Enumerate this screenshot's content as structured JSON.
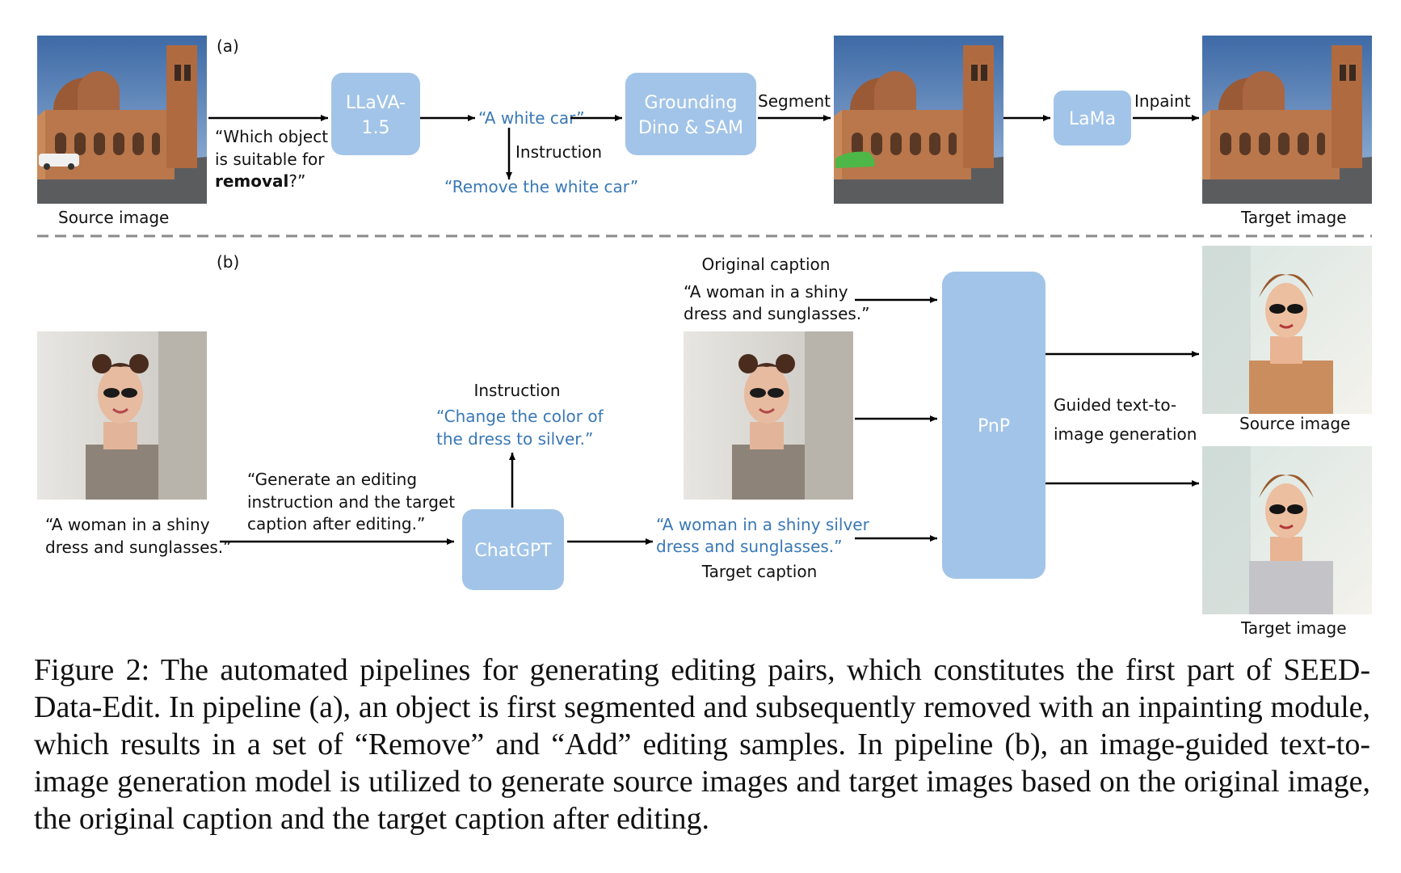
{
  "colors": {
    "box": "#a2c4e8",
    "blue_text": "#3a78b5",
    "arrow": "#000000",
    "divider": "#8a8a8a"
  },
  "panel_a": {
    "label": "(a)",
    "source_image_label": "Source image",
    "question": {
      "line1": "“Which object",
      "line2": "is suitable for",
      "line3_bold": "removal",
      "line3_rest": "?”"
    },
    "llava_box": {
      "line1": "LLaVA-",
      "line2": "1.5"
    },
    "object_text": "“A white car”",
    "instruction_label": "Instruction",
    "instruction_text": "“Remove the white car”",
    "grounding_box": {
      "line1": "Grounding",
      "line2": "Dino & SAM"
    },
    "segment_label": "Segment",
    "lama_box": "LaMa",
    "inpaint_label": "Inpaint",
    "target_image_label": "Target image"
  },
  "panel_b": {
    "label": "(b)",
    "source_caption": {
      "line1": "“A woman in a shiny",
      "line2": "dress and sunglasses.”"
    },
    "prompt": {
      "line1": "“Generate an editing",
      "line2": "instruction and the target",
      "line3": "caption after editing.”"
    },
    "chatgpt_box": "ChatGPT",
    "instruction_label": "Instruction",
    "instruction_text": {
      "line1": "“Change the color of",
      "line2": "the dress to silver.”"
    },
    "original_caption_label": "Original caption",
    "original_caption": {
      "line1": "“A woman in a shiny",
      "line2": "dress and sunglasses.”"
    },
    "target_caption": {
      "line1": "“A woman in a shiny silver",
      "line2": "dress and sunglasses.”"
    },
    "target_caption_label": "Target caption",
    "pnp_box": "PnP",
    "guided_label": {
      "line1": "Guided text-to-",
      "line2": "image generation"
    },
    "source_image_label": "Source image",
    "target_image_label": "Target image"
  },
  "caption": "Figure 2: The automated pipelines for generating editing pairs, which constitutes the first part of SEED-Data-Edit. In pipeline (a), an object is first segmented and subsequently removed with an inpainting module, which results in a set of “Remove” and “Add” editing samples. In pipeline (b), an image-guided text-to-image generation model is utilized to generate source images and target images based on the original image, the original caption and the target caption after editing."
}
